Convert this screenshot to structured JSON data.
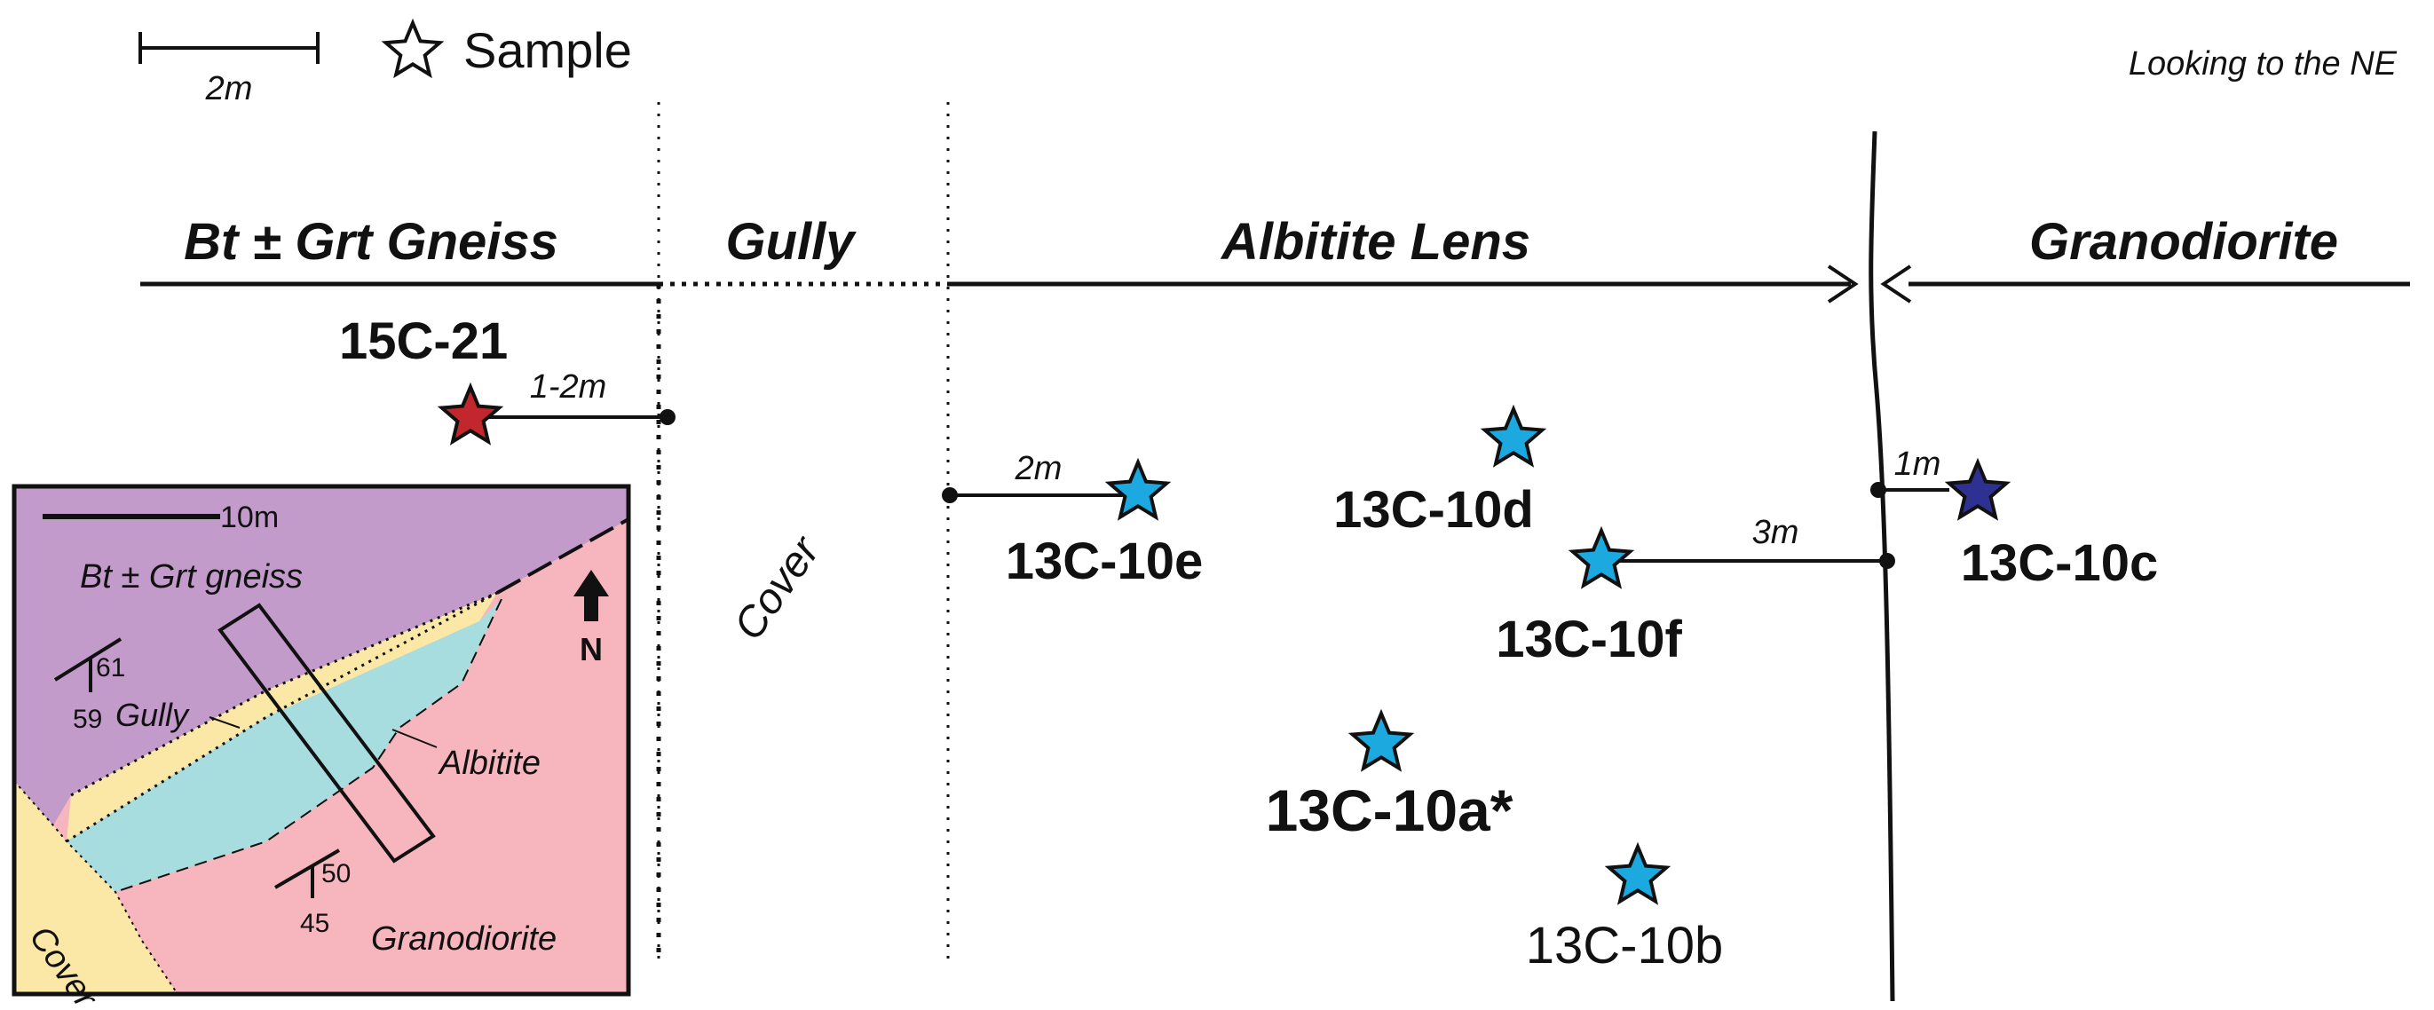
{
  "legend": {
    "scale_label": "2m",
    "sample_label": "Sample",
    "view_note": "Looking to the NE"
  },
  "units": {
    "gneiss": "Bt ± Grt Gneiss",
    "gully": "Gully",
    "albitite": "Albitite Lens",
    "granodiorite": "Granodiorite",
    "cover": "Cover"
  },
  "samples": [
    {
      "id": "15C-21",
      "color": "#c1272d"
    },
    {
      "id": "13C-10e",
      "color": "#1ba9e0"
    },
    {
      "id": "13C-10d",
      "color": "#1ba9e0"
    },
    {
      "id": "13C-10f",
      "color": "#1ba9e0"
    },
    {
      "id": "13C-10a*",
      "color": "#1ba9e0"
    },
    {
      "id": "13C-10b",
      "color": "#1ba9e0"
    },
    {
      "id": "13C-10c",
      "color": "#2e3192"
    }
  ],
  "distances": {
    "d_15c21": "1-2m",
    "d_10e": "2m",
    "d_10f": "3m",
    "d_10c": "1m"
  },
  "inset": {
    "scale_label": "10m",
    "north_label": "N",
    "gneiss_label": "Bt ± Grt gneiss",
    "gully_label": "Gully",
    "albitite_label": "Albitite",
    "granodiorite_label": "Granodiorite",
    "cover_label": "Cover",
    "strike_1_strike": "61",
    "strike_1_dip": "59",
    "strike_2_strike": "50",
    "strike_2_dip": "45",
    "colors": {
      "gneiss": "#c29bcb",
      "granodiorite": "#f7b6bd",
      "albitite": "#a8dde0",
      "cover": "#fbe7a6"
    }
  }
}
